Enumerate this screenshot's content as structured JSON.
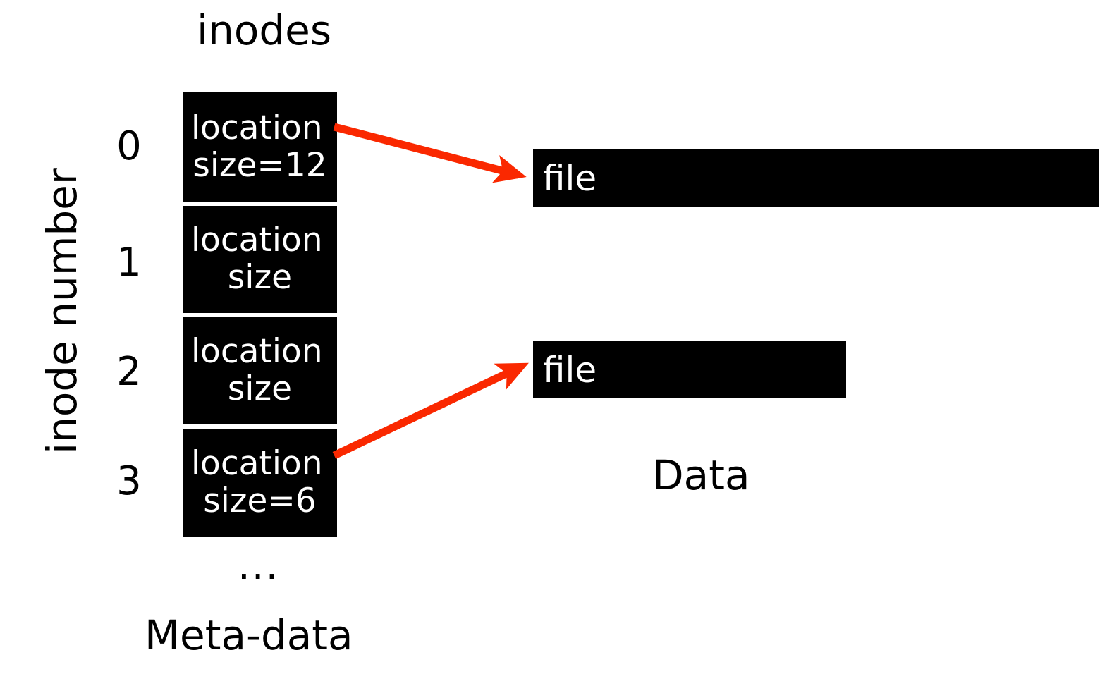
{
  "diagram": {
    "title": "inodes",
    "axis_label": "inode number",
    "meta_data_label": "Meta-data",
    "data_label": "Data",
    "ellipsis": "...",
    "colors": {
      "background": "#ffffff",
      "box_fill": "#000000",
      "box_text": "#ffffff",
      "text": "#000000",
      "arrow": "#fa2800"
    },
    "inode_numbers": [
      "0",
      "1",
      "2",
      "3"
    ],
    "inodes": [
      {
        "number": "0",
        "line1": "location",
        "line2": "size=12"
      },
      {
        "number": "1",
        "line1": "location",
        "line2": "size"
      },
      {
        "number": "2",
        "line1": "location",
        "line2": "size"
      },
      {
        "number": "3",
        "line1": "location",
        "line2": "size=6"
      }
    ],
    "files": [
      {
        "label": "file",
        "from_inode": "0",
        "size": "12"
      },
      {
        "label": "file",
        "from_inode": "3",
        "size": "6"
      }
    ],
    "arrows": [
      {
        "name": "inode-0-to-file-0",
        "from": "inode-box-0",
        "to": "file-bar-0"
      },
      {
        "name": "inode-3-to-file-1",
        "from": "inode-box-3",
        "to": "file-bar-1"
      }
    ]
  }
}
